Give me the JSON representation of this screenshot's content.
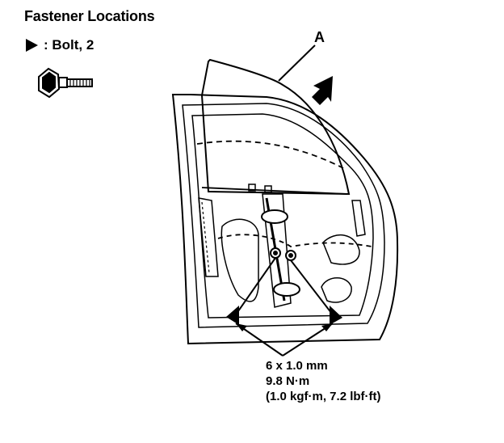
{
  "header": {
    "title": "Fastener Locations"
  },
  "legend": {
    "bolt_text": ": Bolt, 2",
    "icon": "triangle-pointer-icon"
  },
  "callout": {
    "label": "A"
  },
  "spec": {
    "size": "6 x 1.0 mm",
    "torque_nm": "9.8 N·m",
    "torque_alt": "(1.0 kgf·m, 7.2 lbf·ft)"
  }
}
